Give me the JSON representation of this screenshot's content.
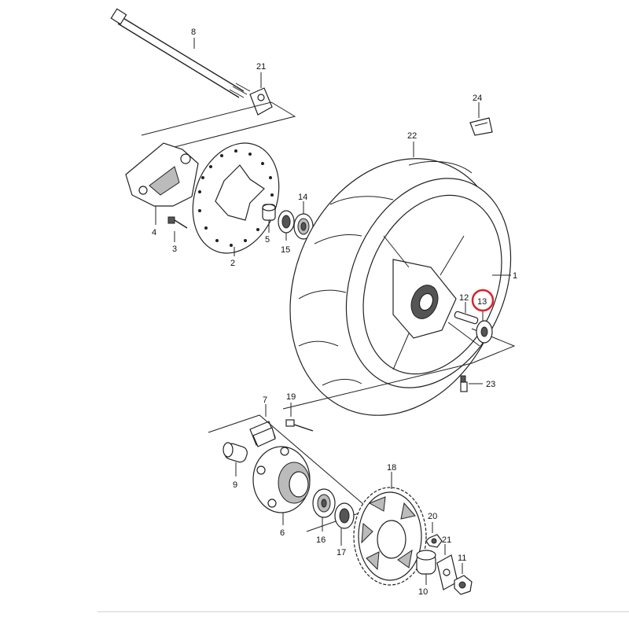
{
  "labels": {
    "p1": "1",
    "p2": "2",
    "p3": "3",
    "p4": "4",
    "p5": "5",
    "p6": "6",
    "p7": "7",
    "p8": "8",
    "p9": "9",
    "p10": "10",
    "p11": "11",
    "p12": "12",
    "p13": "13",
    "p14": "14",
    "p15": "15",
    "p16": "16",
    "p17": "17",
    "p18": "18",
    "p19": "19",
    "p20": "20",
    "p21a": "21",
    "p21b": "21",
    "p22": "22",
    "p23": "23",
    "p24": "24"
  },
  "highlight": {
    "part": "13",
    "color": "#d9252b"
  }
}
